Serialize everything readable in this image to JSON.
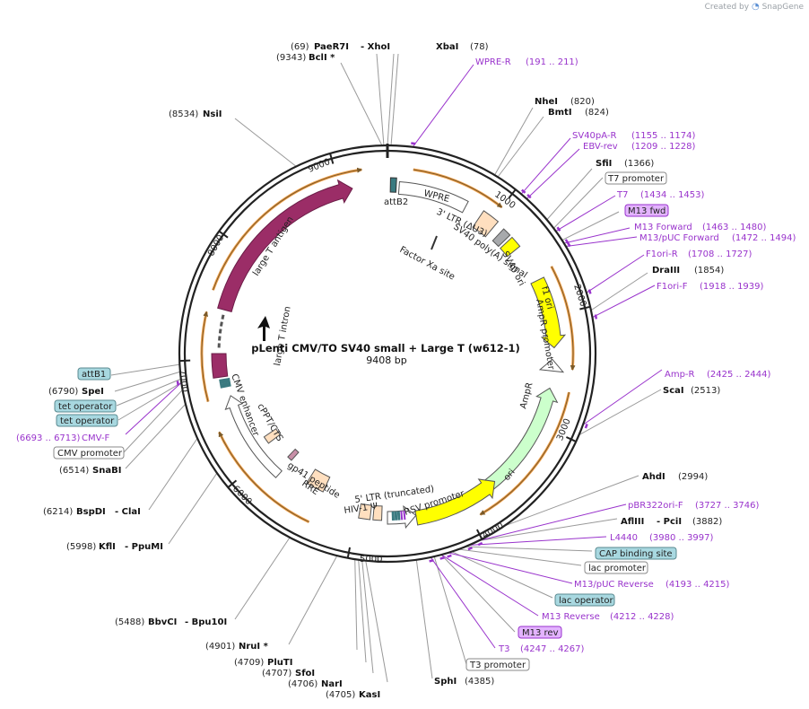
{
  "credit": {
    "prefix": "Created by",
    "brand": "SnapGene"
  },
  "plasmid": {
    "name": "pLenti CMV/TO SV40 small + Large T (w612-1)",
    "size_label": "9408 bp"
  },
  "ticks": [
    "1000",
    "2000",
    "3000",
    "4000",
    "5000",
    "6000",
    "7000",
    "8000",
    "9000"
  ],
  "colors": {
    "backbone": "#222222",
    "site_line": "#999999",
    "primer": "#9933cc",
    "large_t": "#9b2d67",
    "ori": "#ffff00",
    "ampr": "#ccffcc",
    "fill_gray": "#a7a9ac",
    "promoter": "#ffffff",
    "ltr": "#ffdfbf",
    "orange": "#f0a04b",
    "lacop": "#a8d8e0",
    "m13": "#e3b3ff"
  },
  "features": {
    "attB2": "attB2",
    "wpre": "WPRE",
    "ltr3": "3' LTR (ΔU3)",
    "sv40pa": "SV40 poly(A) signal",
    "sv40ori": "SV40 ori",
    "factorxa": "Factor Xa site",
    "f1ori": "f1 ori",
    "amprprom": "AmpR promoter",
    "ampr": "AmpR",
    "ori": "ori",
    "largeT": "large T antigen",
    "largeTintron": "large T intron",
    "cmvenh": "CMV enhancer",
    "cppt": "cPPT/CTS",
    "gp41": "gp41 peptide",
    "rre": "RRE",
    "ltr5": "5' LTR (truncated)",
    "hivpsi": "HIV-1 Ψ",
    "rsv": "RSV promoter"
  },
  "labels": {
    "paer7i_pos": "(69)",
    "paer7i": "PaeR7I",
    "xhoi": "- XhoI",
    "bcli_pos": "(9343)",
    "bcli": "BclI *",
    "xbai": "XbaI",
    "xbai_pos": "(78)",
    "wpre_r": "WPRE-R",
    "wpre_r_pos": "(191 .. 211)",
    "nsii_pos": "(8534)",
    "nsii": "NsiI",
    "nhei": "NheI",
    "nhei_pos": "(820)",
    "bmti": "BmtI",
    "bmti_pos": "(824)",
    "sv40pa_r": "SV40pA-R",
    "sv40pa_r_pos": "(1155 .. 1174)",
    "ebv_rev": "EBV-rev",
    "ebv_rev_pos": "(1209 .. 1228)",
    "sfii": "SfiI",
    "sfii_pos": "(1366)",
    "t7prom": "T7 promoter",
    "t7": "T7",
    "t7_pos": "(1434 .. 1453)",
    "m13fwd": "M13 fwd",
    "m13forward": "M13 Forward",
    "m13forward_pos": "(1463 .. 1480)",
    "m13pucfwd": "M13/pUC Forward",
    "m13pucfwd_pos": "(1472 .. 1494)",
    "f1ori_r": "F1ori-R",
    "f1ori_r_pos": "(1708 .. 1727)",
    "draiii": "DraIII",
    "draiii_pos": "(1854)",
    "f1ori_f": "F1ori-F",
    "f1ori_f_pos": "(1918 .. 1939)",
    "amp_r": "Amp-R",
    "amp_r_pos": "(2425 .. 2444)",
    "scai": "ScaI",
    "scai_pos": "(2513)",
    "ahdi": "AhdI",
    "ahdi_pos": "(2994)",
    "attb1": "attB1",
    "spei_pos": "(6790)",
    "spei": "SpeI",
    "tetop1": "tet operator",
    "tetop2": "tet operator",
    "cmvf_pos": "(6693 .. 6713)",
    "cmvf": "CMV-F",
    "cmvprom": "CMV promoter",
    "snabi_pos": "(6514)",
    "snabi": "SnaBI",
    "bspdi_pos": "(6214)",
    "bspdi": "BspDI",
    "clai": "- ClaI",
    "kfli_pos": "(5998)",
    "kfli": "KflI",
    "ppumi": "- PpuMI",
    "pbr322_f": "pBR322ori-F",
    "pbr322_f_pos": "(3727 .. 3746)",
    "afliii": "AflIII",
    "pcii": "- PciI",
    "afliii_pos": "(3882)",
    "l4440": "L4440",
    "l4440_pos": "(3980 .. 3997)",
    "cap": "CAP binding site",
    "lacprom": "lac promoter",
    "m13pucrev": "M13/pUC Reverse",
    "m13pucrev_pos": "(4193 .. 4215)",
    "lacop": "lac operator",
    "m13reverse": "M13 Reverse",
    "m13reverse_pos": "(4212 .. 4228)",
    "m13rev": "M13 rev",
    "t3": "T3",
    "t3_pos": "(4247 .. 4267)",
    "t3prom": "T3 promoter",
    "sphi": "SphI",
    "sphi_pos": "(4385)",
    "bbvci_pos": "(5488)",
    "bbvci": "BbvCI",
    "bpu10i": "- Bpu10I",
    "nrui_pos": "(4901)",
    "nrui": "NruI *",
    "pluti_pos": "(4709)",
    "pluti": "PluTI",
    "sfoi_pos": "(4707)",
    "sfoi": "SfoI",
    "nari_pos": "(4706)",
    "nari": "NarI",
    "kasi_pos": "(4705)",
    "kasi": "KasI"
  }
}
